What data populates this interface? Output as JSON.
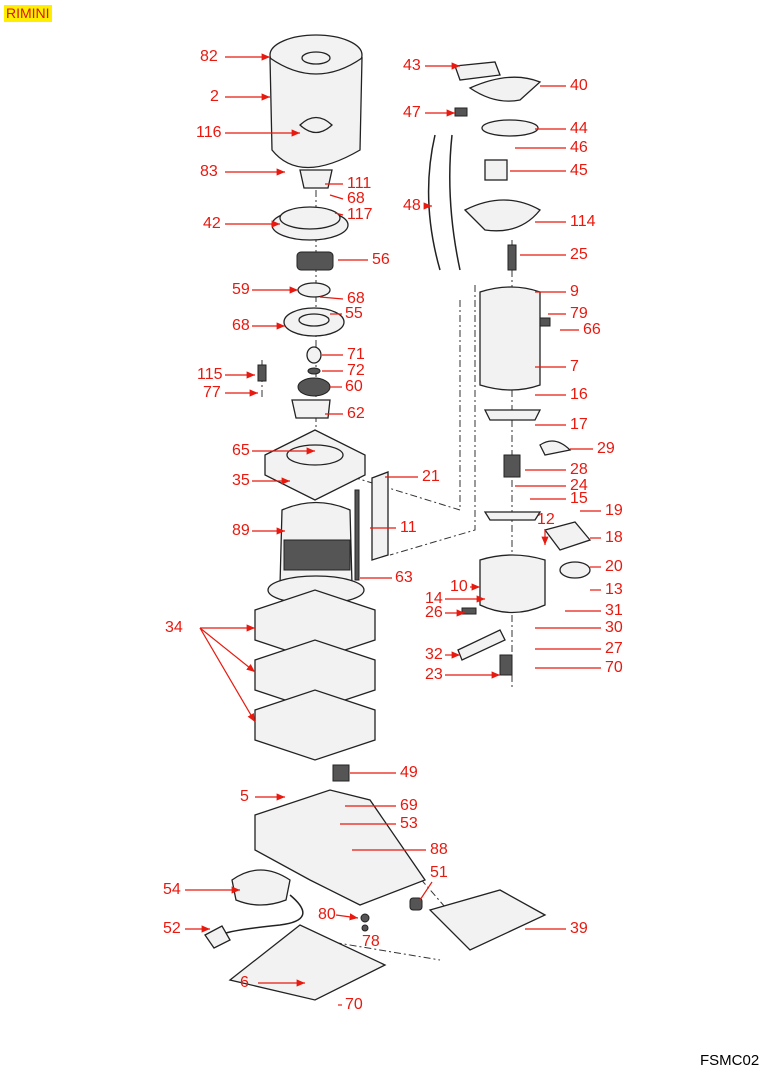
{
  "header": {
    "brand_badge": "RIMINI"
  },
  "footer": {
    "drawing_code": "FSMC02"
  },
  "colors": {
    "label": "#e8190f",
    "badge_bg": "#ffee00",
    "badge_text": "#d8141a"
  },
  "labels": [
    "82",
    "2",
    "116",
    "83",
    "111",
    "68",
    "117",
    "42",
    "56",
    "59",
    "68",
    "55",
    "68",
    "71",
    "72",
    "115",
    "60",
    "77",
    "62",
    "65",
    "35",
    "21",
    "11",
    "89",
    "63",
    "34",
    "49",
    "5",
    "69",
    "53",
    "88",
    "54",
    "51",
    "80",
    "52",
    "39",
    "78",
    "6",
    "70",
    "43",
    "40",
    "47",
    "44",
    "46",
    "45",
    "48",
    "114",
    "25",
    "9",
    "79",
    "66",
    "7",
    "16",
    "17",
    "29",
    "28",
    "24",
    "15",
    "19",
    "12",
    "18",
    "20",
    "10",
    "13",
    "14",
    "31",
    "26",
    "30",
    "27",
    "32",
    "70",
    "23"
  ]
}
